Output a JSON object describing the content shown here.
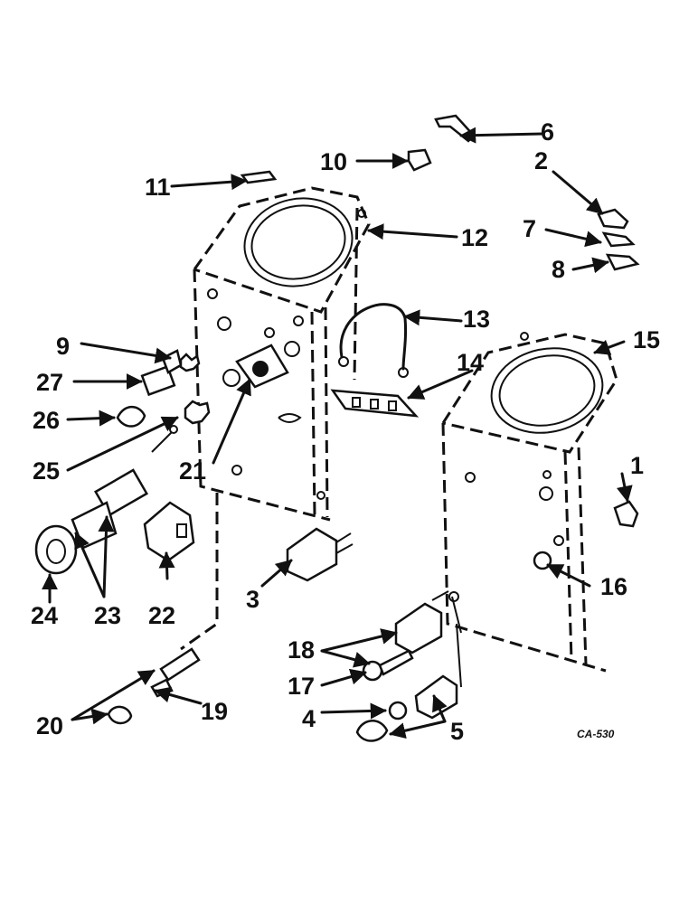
{
  "diagram": {
    "callouts": [
      "1",
      "2",
      "3",
      "4",
      "5",
      "6",
      "7",
      "8",
      "9",
      "10",
      "11",
      "12",
      "13",
      "14",
      "15",
      "16",
      "17",
      "18",
      "19",
      "20",
      "21",
      "22",
      "23",
      "24",
      "25",
      "26",
      "27"
    ],
    "drawing_code": "CA-530"
  },
  "palette": {
    "ink": "#111111",
    "paper": "#ffffff"
  }
}
